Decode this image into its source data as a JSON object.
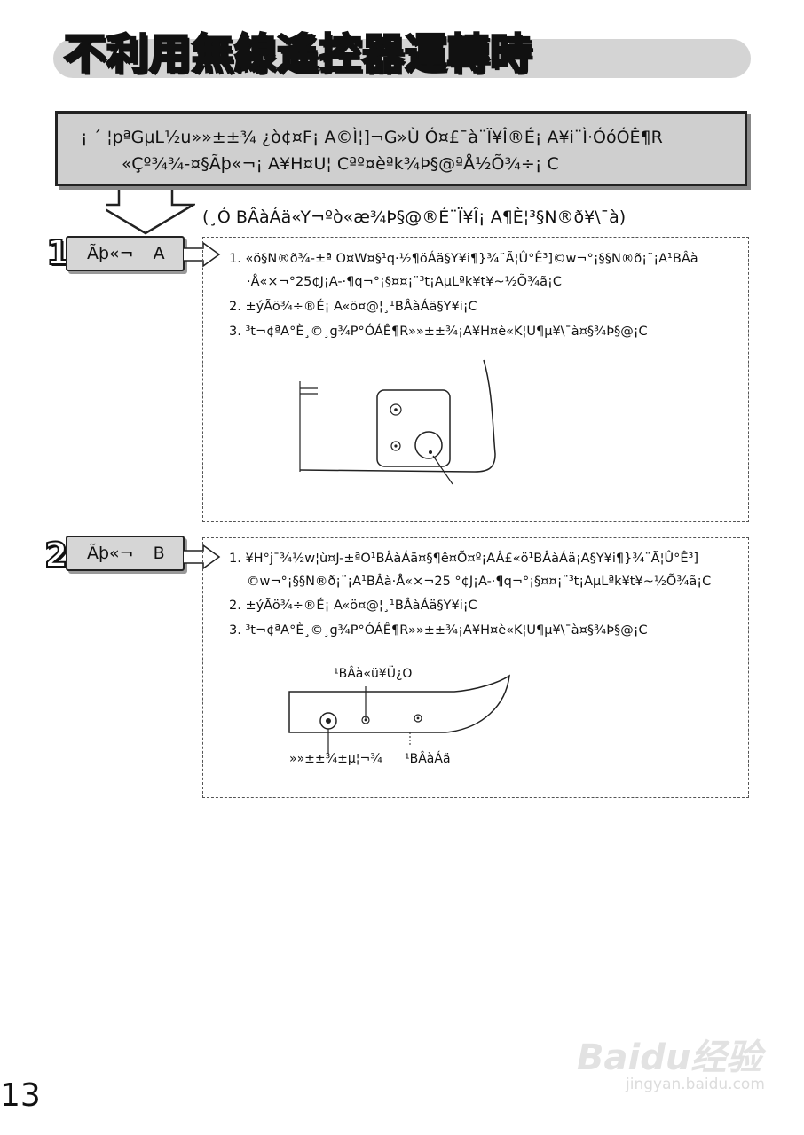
{
  "title": "不利用無線遙控器運轉時",
  "note": {
    "line1": "¡ ´ ¦pªGµL½u»»±±¾ ¿ò¢¤F¡ A©Ì¦]¬G»Ù Ó¤£¯à¨Ï¥Î®É¡ A¥i¨Ì·ÓóÓÊ¶R",
    "line2": "«Çº¾¾-¤§Ãþ«¬¡ A¥H¤U¦ Cªº¤èªk¾Þ§@ªÅ½Õ¾÷¡ C"
  },
  "sub_note": "(¸Ó BÂàÁä«Y¬ºò«æ¾Þ§@®É¨Ï¥Î¡ A¶È¦³§N®ð¥\\¯à)",
  "method_a": {
    "number": "1",
    "label": "Ãþ«¬",
    "letter": "A",
    "steps": [
      "1.  «ö§N®ð¾-±ª O¤W¤§¹q·½¶öÁä§Y¥i¶}¾¨Ã¦Û°Ê³]©w¬°¡§§N®ð¡¨¡A¹BÂà",
      "·Å«×¬°25¢J¡A-·¶q¬°¡§¤¤¡¨³t¡AµLªk¥t¥~½Õ¾ã¡C",
      "2.  ±ýÃö¾÷®É¡ A«ö¤@¦¸¹BÂàÁä§Y¥i¡C",
      "3.  ³t¬¢ªA°È¸©¸g¾P°ÓÁÊ¶R»»±±¾¡A¥H¤è«K¦U¶µ¥\\¯à¤§¾Þ§@¡C"
    ]
  },
  "method_b": {
    "number": "2",
    "label": "Ãþ«¬",
    "letter": "B",
    "steps": [
      "1.  ¥H°j¯¾½w¦ù¤J-±ªO¹BÂàÁä¤§¶ê¤Õ¤º¡AÂ£«ö¹BÂàÁä¡A§Y¥i¶}¾¨Ã¦Û°Ê³]",
      "©w¬°¡§§N®ð¡¨¡A¹BÂà·Å«×¬25 °¢J¡A-·¶q¬°¡§¤¤¡¨³t¡AµLªk¥t¥~½Õ¾ã¡C",
      "2.  ±ýÃö¾÷®É¡ A«ö¤@¦¸¹BÂàÁä§Y¥i¡C",
      "3.  ³t¬¢ªA°È¸©¸g¾P°ÓÁÊ¶R»»±±¾¡A¥H¤è«K¦U¶µ¥\\¯à¤§¾Þ§@¡C"
    ],
    "label_top": "¹BÂà«ü¥Ü¿O",
    "label_bottom_left": "»»±±¾±µ¦¬¾",
    "label_bottom_right": "¹BÂàÁä"
  },
  "page_number": "13",
  "watermark": {
    "main": "Baidu经验",
    "sub": "jingyan.baidu.com"
  }
}
